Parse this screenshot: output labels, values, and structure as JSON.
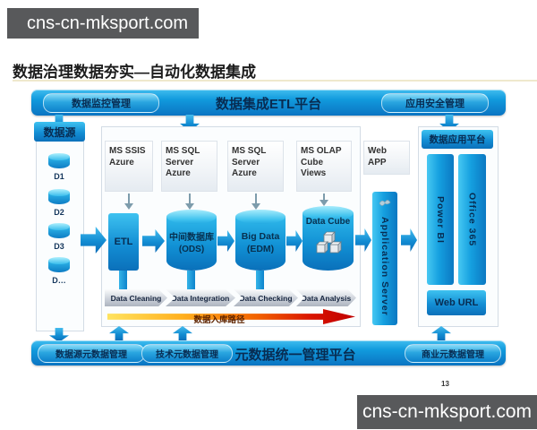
{
  "watermarks": {
    "top": "cns-cn-mksport.com",
    "bottom": "cns-cn-mksport.com"
  },
  "page_number": "13",
  "title": {
    "prefix": "数据治理数据夯实",
    "suffix": "—自动化数据集成"
  },
  "top_banner": {
    "center": "数据集成ETL平台",
    "left": "数据监控管理",
    "right": "应用安全管理"
  },
  "data_source": {
    "header": "数据源",
    "items": [
      "D1",
      "D2",
      "D3",
      "D…"
    ]
  },
  "source_boxes": [
    "MS SSIS\nAzure",
    "MS SQL Server\nAzure",
    "MS SQL Server\nAzure",
    "MS OLAP\nCube Views"
  ],
  "web_app": "Web\nAPP",
  "pipeline": {
    "etl": "ETL",
    "ods": "中间数据库\n(ODS)",
    "edm": "Big Data\n(EDM)",
    "cube": "Data Cube"
  },
  "app_server": "Application Server",
  "right_panel": {
    "header": "数据应用平台",
    "bars": [
      "Power BI",
      "Office 365"
    ],
    "web_url": "Web URL"
  },
  "process_chevrons": [
    "Data Cleaning",
    "Data Integration",
    "Data Checking",
    "Data Analysis"
  ],
  "flow_arrow_label": "数据入库路径",
  "bottom_banner": {
    "center": "元数据统一管理平台",
    "pills": [
      "数据源元数据管理",
      "技术元数据管理",
      "商业元数据管理"
    ]
  },
  "colors": {
    "banner_blue": "#119add",
    "accent_red": "#bf0000",
    "watermark_bg": "#58595b"
  }
}
